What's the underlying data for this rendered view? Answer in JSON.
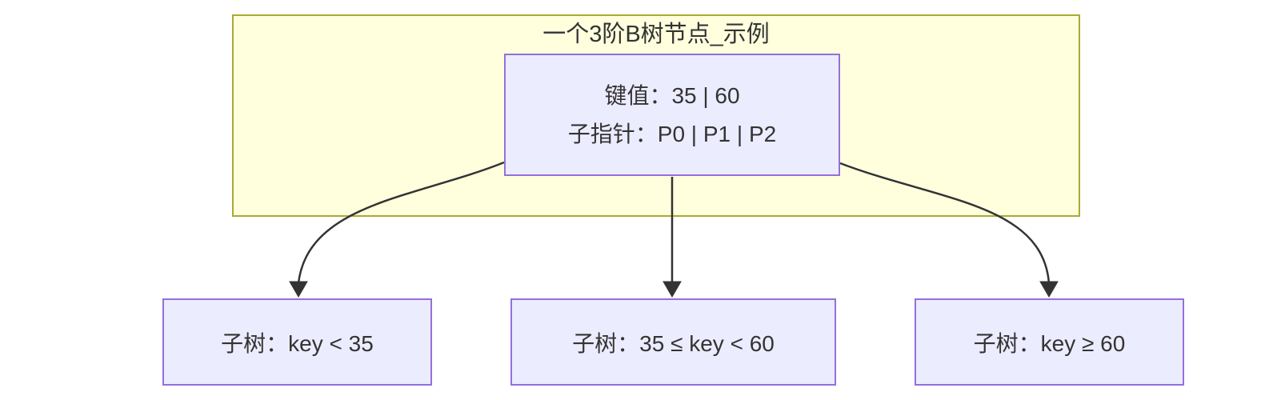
{
  "colors": {
    "canvas_bg": "#ffffff",
    "subgraph_fill": "#ffffde",
    "subgraph_stroke": "#aaaa33",
    "node_fill": "#ECECFF",
    "node_stroke": "#9370DB",
    "edge_color": "#333333",
    "text_color": "#333333"
  },
  "diagram": {
    "type": "flowchart-tree",
    "subgraph": {
      "title": "一个3阶B树节点_示例"
    },
    "root_node": {
      "line1": "键值：35 | 60",
      "line2": "子指针：P0 | P1 | P2"
    },
    "children": [
      {
        "label": "子树：key < 35"
      },
      {
        "label": "子树：35 ≤ key < 60"
      },
      {
        "label": "子树：key ≥ 60"
      }
    ]
  }
}
